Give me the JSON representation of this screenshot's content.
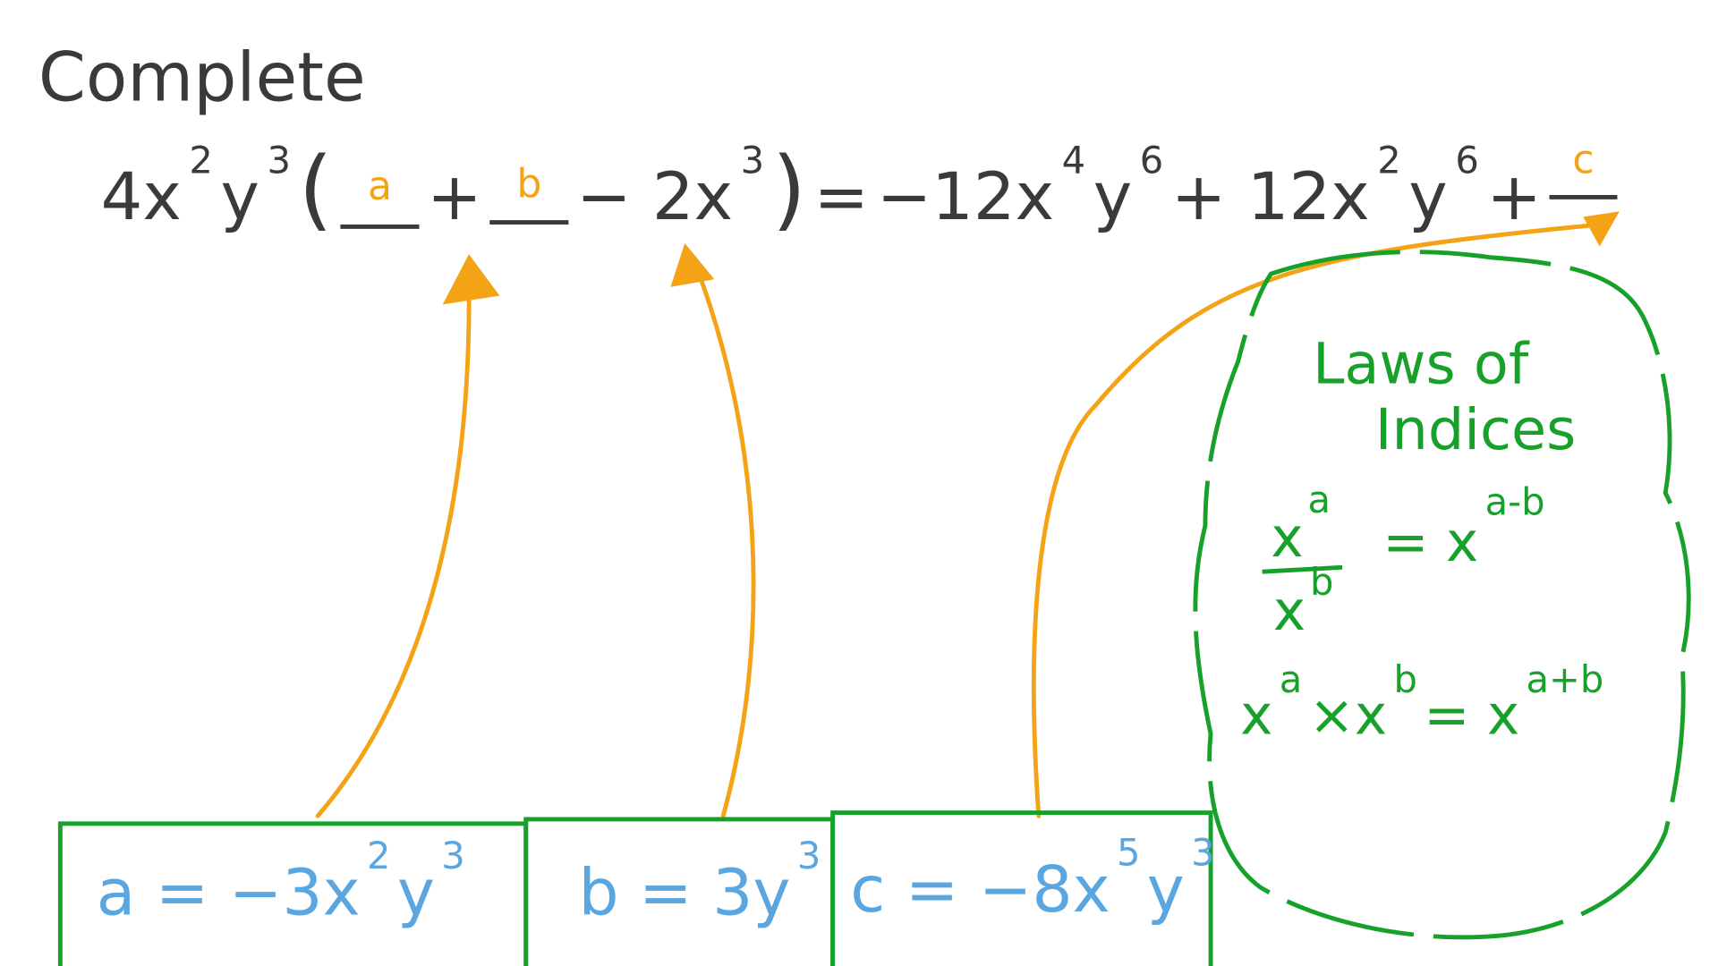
{
  "instruction": "Complete",
  "equation": {
    "factor": "4x",
    "factor_exp1": "2",
    "factor_y": "y",
    "factor_exp2": "3",
    "open": "(",
    "blank_a": "a",
    "plus1": "+",
    "blank_b": "b",
    "minus_term": "− 2x",
    "minus_term_exp": "3",
    "close": ")",
    "equals": "=",
    "rhs_term1": "−12x",
    "rhs_term1_exp_x": "4",
    "rhs_term1_y": "y",
    "rhs_term1_exp_y": "6",
    "rhs_plus1": "+ 12x",
    "rhs_term2_exp_x": "2",
    "rhs_term2_y": "y",
    "rhs_term2_exp_y": "6",
    "rhs_plus2": "+",
    "blank_c": "c"
  },
  "answers": [
    {
      "lhs": "a = −3x",
      "exp1": "2",
      "y": "y",
      "exp2": "3"
    },
    {
      "lhs": "b = 3y",
      "exp1": "3"
    },
    {
      "lhs": "c = −8x",
      "exp1": "5",
      "y": "y",
      "exp2": "3"
    }
  ],
  "laws": {
    "title_line1": "Laws of",
    "title_line2": "Indices",
    "division": {
      "num": "x",
      "num_exp": "a",
      "den": "x",
      "den_exp": "b",
      "rhs": "= x",
      "rhs_exp": "a-b"
    },
    "multiplication": {
      "lhs": "x",
      "lhs_exp": "a",
      "times": "×x",
      "times_exp": "b",
      "rhs": "= x",
      "rhs_exp": "a+b"
    }
  },
  "colors": {
    "ink": "#3a3a3a",
    "arrow": "#f5a316",
    "answer": "#5aa6e0",
    "box": "#17a12a"
  }
}
